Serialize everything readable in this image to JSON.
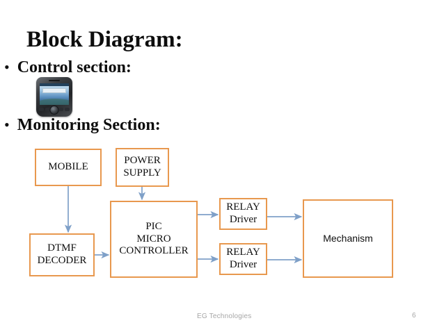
{
  "slide": {
    "title": "Block Diagram:",
    "bullets": [
      {
        "marker": "•",
        "text": "Control section:"
      },
      {
        "marker": "•",
        "text": "Monitoring Section:"
      }
    ],
    "image": {
      "name": "mobile-phone-photo",
      "alt": "Android smartphone"
    }
  },
  "colors": {
    "box_border": "#E8984E",
    "connector": "#7FA0C8",
    "text": "#0E0E0E",
    "footer": "#A6A6A6"
  },
  "chart_data": {
    "type": "diagram",
    "title": "Block Diagram:",
    "nodes": [
      {
        "id": "mobile",
        "label": "MOBILE",
        "lines": [
          "MOBILE"
        ]
      },
      {
        "id": "power-supply",
        "label": "POWER SUPPLY",
        "lines": [
          "POWER",
          "SUPPLY"
        ]
      },
      {
        "id": "dtmf",
        "label": "DTMF DECODER",
        "lines": [
          "DTMF",
          "DECODER"
        ]
      },
      {
        "id": "pic",
        "label": "PIC MICRO CONTROLLER",
        "lines": [
          "PIC",
          "MICRO",
          "CONTROLLER"
        ]
      },
      {
        "id": "relay-1",
        "label": "RELAY Driver",
        "lines": [
          "RELAY",
          "Driver"
        ]
      },
      {
        "id": "relay-2",
        "label": "RELAY Driver",
        "lines": [
          "RELAY",
          "Driver"
        ]
      },
      {
        "id": "mechanism",
        "label": "Mechanism",
        "lines": [
          "Mechanism"
        ]
      }
    ],
    "edges": [
      {
        "from": "mobile",
        "to": "dtmf",
        "direction": "down"
      },
      {
        "from": "power-supply",
        "to": "pic",
        "direction": "down"
      },
      {
        "from": "dtmf",
        "to": "pic",
        "direction": "right"
      },
      {
        "from": "pic",
        "to": "relay-1",
        "direction": "right"
      },
      {
        "from": "pic",
        "to": "relay-2",
        "direction": "right"
      },
      {
        "from": "relay-1",
        "to": "mechanism",
        "direction": "right"
      },
      {
        "from": "relay-2",
        "to": "mechanism",
        "direction": "right"
      }
    ]
  },
  "footer": {
    "label": "EG Technologies",
    "page": "6"
  }
}
